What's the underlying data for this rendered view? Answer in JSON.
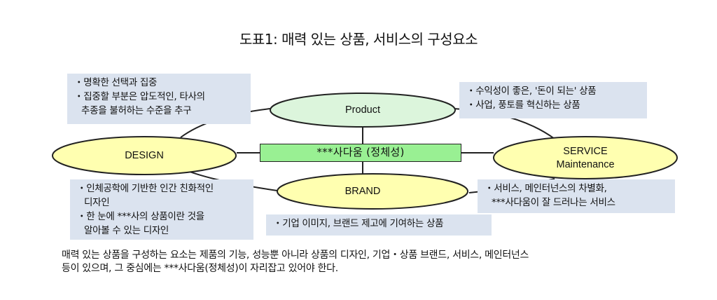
{
  "title": "도표1: 매력 있는 상품, 서비스의 구성요소",
  "core": "***사다움 (정체성)",
  "ellipses": {
    "product": "Product",
    "design": "DESIGN",
    "service_line1": "SERVICE",
    "service_line2": "Maintenance",
    "brand": "BRAND"
  },
  "boxes": {
    "design_top": [
      "・명확한 선택과 집중",
      "・집중할 부분은 압도적인, 타사의",
      "추종을 불허하는 수준을 추구"
    ],
    "product": [
      "・수익성이 좋은, '돈이 되는' 상품",
      "・사업, 풍토를 혁신하는 상품"
    ],
    "design_bottom": [
      "・인체공학에 기반한 인간 친화적인",
      "디자인",
      "・한 눈에 ***사의 상품이란 것을",
      "알아볼 수 있는 디자인"
    ],
    "service": [
      "・서비스, 메인터넌스의 차별화,",
      "***사다움이 잘 드러나는 서비스"
    ],
    "brand": [
      "・기업 이미지, 브랜드 제고에 기여하는 상품"
    ]
  },
  "caption": [
    "매력 있는 상품을 구성하는 요소는 제품의 기능, 성능뿐 아니라 상품의 디자인, 기업・상품 브랜드, 서비스, 메인터넌스",
    "등이 있으며, 그 중심에는 ***사다움(정체성)이 자리잡고 있어야 한다."
  ],
  "colors": {
    "product_fill": "#dcf5dc",
    "yellow_fill": "#ffffb0",
    "core_fill": "#99f093",
    "box_fill": "#dbe3ef"
  }
}
